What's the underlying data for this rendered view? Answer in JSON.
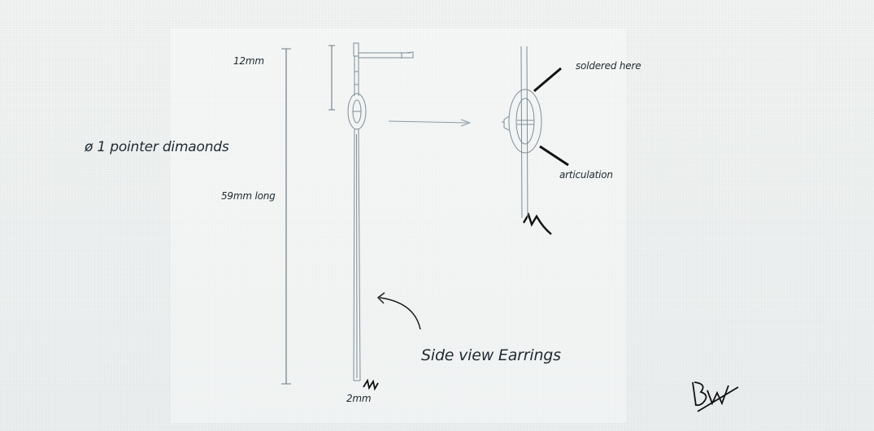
{
  "labels": {
    "height_top": "12mm",
    "length": "59mm long",
    "width_bottom": "2mm",
    "stones": "ø 1 pointer dimaonds",
    "solder_note": "soldered here",
    "joint_note": "articulation",
    "view_title": "Side view Earrings"
  },
  "signature": "BW",
  "colors": {
    "paper": "#eef0ef",
    "ink": "#1f2a30",
    "pencil": "#7d8d96",
    "marker": "#111111"
  }
}
